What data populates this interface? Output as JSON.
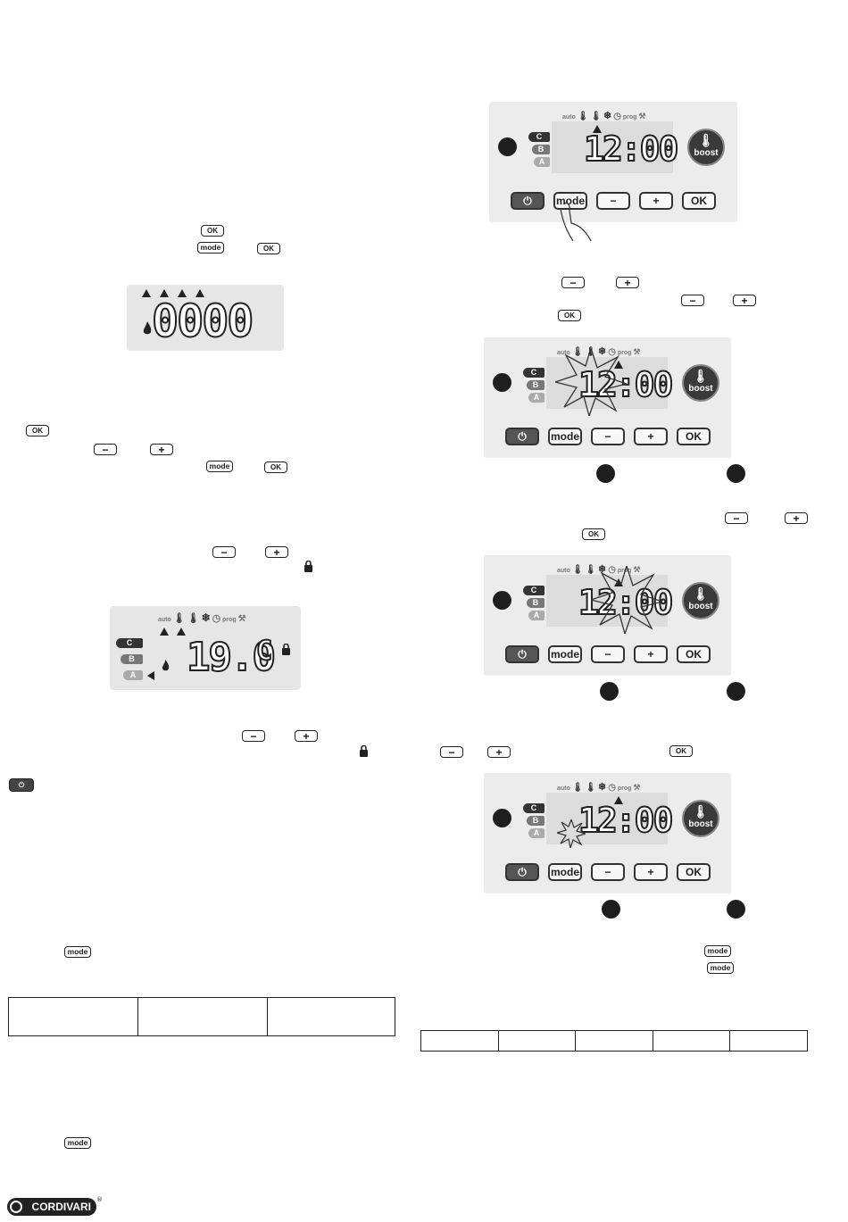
{
  "keys": {
    "ok": "OK",
    "mode": "mode",
    "minus": "−",
    "plus": "+"
  },
  "display_counter": {
    "digits": "0000"
  },
  "display_temp": {
    "icons_label": "auto",
    "prog_label": "prog",
    "digits": "19.0",
    "unit": "C",
    "levels": [
      "C",
      "B",
      "A"
    ]
  },
  "panel": {
    "icons_label": "auto",
    "prog_label": "prog",
    "time": "12:00",
    "levels": [
      "C",
      "B",
      "A"
    ],
    "mode_label": "mode",
    "ok_label": "OK",
    "minus_label": "−",
    "plus_label": "+",
    "boost_label": "boost"
  },
  "logo": {
    "text": "CORDIVARI",
    "mark": "®"
  },
  "colors": {
    "lcd_bg": "#e6e6e6",
    "panel_bg": "#ececec",
    "dark": "#222222"
  }
}
